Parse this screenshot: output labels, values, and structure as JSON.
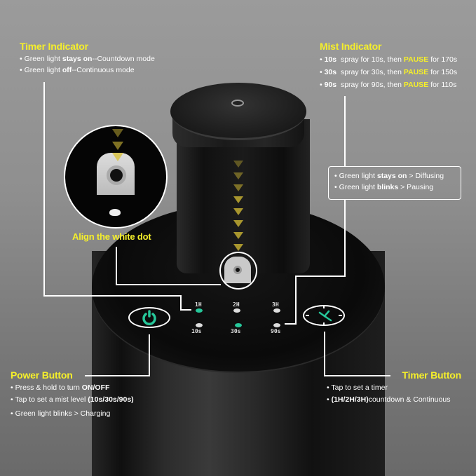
{
  "timer_indicator": {
    "title": "Timer Indicator",
    "items": [
      {
        "prefix": "Green light ",
        "bold": "stays on",
        "suffix": "--Countdown mode"
      },
      {
        "prefix": "Green light ",
        "bold": "off",
        "suffix": "--Continuous mode"
      }
    ]
  },
  "mist_indicator": {
    "title": "Mist Indicator",
    "items": [
      {
        "level": "10s",
        "text": "spray for 10s, then",
        "pause": "PAUSE",
        "suffix": "for 170s"
      },
      {
        "level": "30s",
        "text": "spray for 30s, then",
        "pause": "PAUSE",
        "suffix": "for 150s"
      },
      {
        "level": "90s",
        "text": "spray for 90s, then",
        "pause": "PAUSE",
        "suffix": "for 110s"
      }
    ]
  },
  "mist_status_box": {
    "items": [
      {
        "prefix": "Green light ",
        "bold": "stays on",
        "suffix": " > Diffusing"
      },
      {
        "prefix": "Green light ",
        "bold": "blinks",
        "suffix": " > Pausing"
      }
    ]
  },
  "align_label": "Align the white dot",
  "power_button": {
    "title": "Power Button",
    "items": [
      {
        "prefix": "Press & hold to turn ",
        "bold": "ON/OFF"
      },
      {
        "prefix": "Tap to set a mist level ",
        "bold": "(10s/30s/90s)"
      },
      {
        "prefix": "Green light blinks > Charging",
        "bold": ""
      }
    ]
  },
  "timer_button": {
    "title": "Timer Button",
    "items": [
      {
        "prefix": "Tap to set a timer",
        "bold": ""
      },
      {
        "prefix": "",
        "bold": "(1H/2H/3H)",
        "suffix": "countdown & Continuous"
      }
    ]
  },
  "control_panel": {
    "timer_leds": [
      {
        "label": "1H",
        "on": true
      },
      {
        "label": "2H",
        "on": false
      },
      {
        "label": "3H",
        "on": false
      }
    ],
    "mist_leds": [
      {
        "label": "10s",
        "on": false
      },
      {
        "label": "30s",
        "on": true
      },
      {
        "label": "90s",
        "on": false
      }
    ]
  },
  "colors": {
    "accent_yellow": "#f5ef2a",
    "led_green": "#26c79a",
    "arrow_gold": "#a8962e"
  },
  "icons": {
    "power": "power-icon",
    "timer": "clock-icon"
  }
}
